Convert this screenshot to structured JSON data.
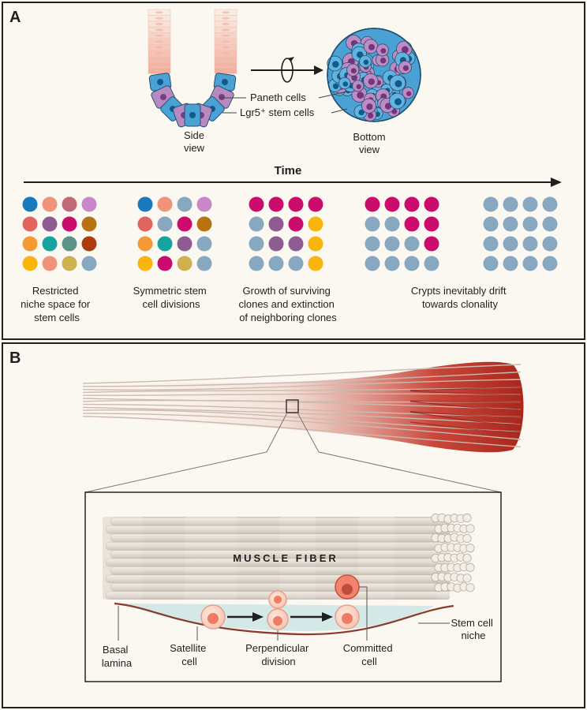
{
  "panel_a": {
    "letter": "A",
    "side_view": [
      "Side",
      "view"
    ],
    "bottom_view": [
      "Bottom",
      "view"
    ],
    "paneth_label": "Paneth cells",
    "lgr5_label": "Lgr5⁺ stem cells",
    "time_label": "Time",
    "captions": [
      [
        "Restricted",
        "niche space for",
        "stem cells"
      ],
      [
        "Symmetric stem",
        "cell divisions"
      ],
      [
        "Growth of surviving",
        "clones and extinction",
        "of neighboring clones"
      ],
      [
        "Crypts inevitably drift",
        "towards clonality"
      ]
    ],
    "palette": {
      "B": "#1a78bd",
      "S": "#f1937a",
      "M": "#c06a78",
      "L": "#c888c8",
      "R": "#e2645e",
      "P": "#8e5c92",
      "G": "#cc0c6c",
      "N": "#b77214",
      "O": "#f49a34",
      "T": "#16a3a0",
      "E": "#5e9388",
      "K": "#ad3d10",
      "Y": "#f9b40e",
      "D": "#cfb050",
      "U": "#88a8c2"
    },
    "grids": [
      [
        "BSML",
        "RPGN",
        "OTEK",
        "YSDU"
      ],
      [
        "BSUL",
        "RUGN",
        "OTPU",
        "YGDU"
      ],
      [
        "GGGG",
        "UPGY",
        "UPPY",
        "UUUY"
      ],
      [
        "GGGG",
        "UUGG",
        "UUUG",
        "UUUU"
      ],
      [
        "UUUU",
        "UUUU",
        "UUUU",
        "UUUU"
      ]
    ]
  },
  "panel_b": {
    "letter": "B",
    "fiber_label": "MUSCLE FIBER",
    "stem_niche": [
      "Stem cell",
      "niche"
    ],
    "basal": [
      "Basal",
      "lamina"
    ],
    "satellite": [
      "Satellite",
      "cell"
    ],
    "perpendicular": [
      "Perpendicular",
      "division"
    ],
    "committed": [
      "Committed",
      "cell"
    ]
  }
}
